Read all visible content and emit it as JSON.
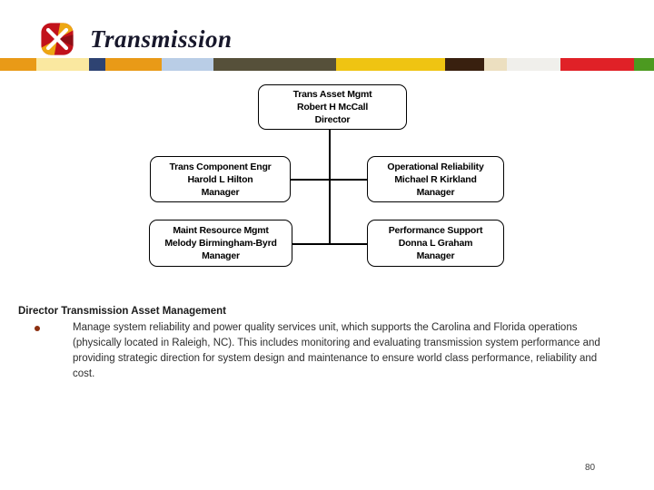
{
  "slide": {
    "title": "Transmission",
    "page_number": "80",
    "background": "#ffffff"
  },
  "logo": {
    "red": "#c2121b",
    "dark_red": "#8e0e15",
    "gold": "#eda713",
    "cross": "#ffffff"
  },
  "color_band": {
    "segments": [
      {
        "name": "orange",
        "color": "#e99a17",
        "width": 40
      },
      {
        "name": "pale-yellow",
        "color": "#fae8a0",
        "width": 58
      },
      {
        "name": "navy",
        "color": "#2e4372",
        "width": 18
      },
      {
        "name": "orange-2",
        "color": "#e99a17",
        "width": 62
      },
      {
        "name": "light-blue",
        "color": "#b9cde6",
        "width": 57
      },
      {
        "name": "dark-olive",
        "color": "#56503a",
        "width": 135
      },
      {
        "name": "gold",
        "color": "#efc412",
        "width": 120
      },
      {
        "name": "dark-brown",
        "color": "#39200f",
        "width": 43
      },
      {
        "name": "beige",
        "color": "#ecdfc0",
        "width": 25
      },
      {
        "name": "off-white",
        "color": "#f0efeb",
        "width": 59
      },
      {
        "name": "red",
        "color": "#e02127",
        "width": 81
      },
      {
        "name": "green",
        "color": "#4c9a20",
        "width": 22
      }
    ]
  },
  "org_chart": {
    "root": {
      "lines": [
        "Trans Asset Mgmt",
        "Robert H McCall",
        "Director"
      ]
    },
    "children": [
      {
        "lines": [
          "Trans Component Engr",
          "Harold L Hilton",
          "Manager"
        ]
      },
      {
        "lines": [
          "Operational Reliability",
          "Michael R Kirkland",
          "Manager"
        ]
      },
      {
        "lines": [
          "Maint Resource Mgmt",
          "Melody Birmingham-Byrd",
          "Manager"
        ]
      },
      {
        "lines": [
          "Performance Support",
          "Donna L Graham",
          "Manager"
        ]
      }
    ],
    "connector_color": "#000000",
    "box_fill": "#ffffff",
    "box_border": "#000000"
  },
  "description": {
    "heading": "Director Transmission Asset Management",
    "bullet_color": "#8c2f10",
    "bullet_text": "Manage system reliability and power quality services unit, which supports the Carolina and Florida operations (physically located in Raleigh, NC).  This includes monitoring and evaluating transmission system performance and providing strategic direction for system design and maintenance to ensure world class performance, reliability and cost."
  }
}
